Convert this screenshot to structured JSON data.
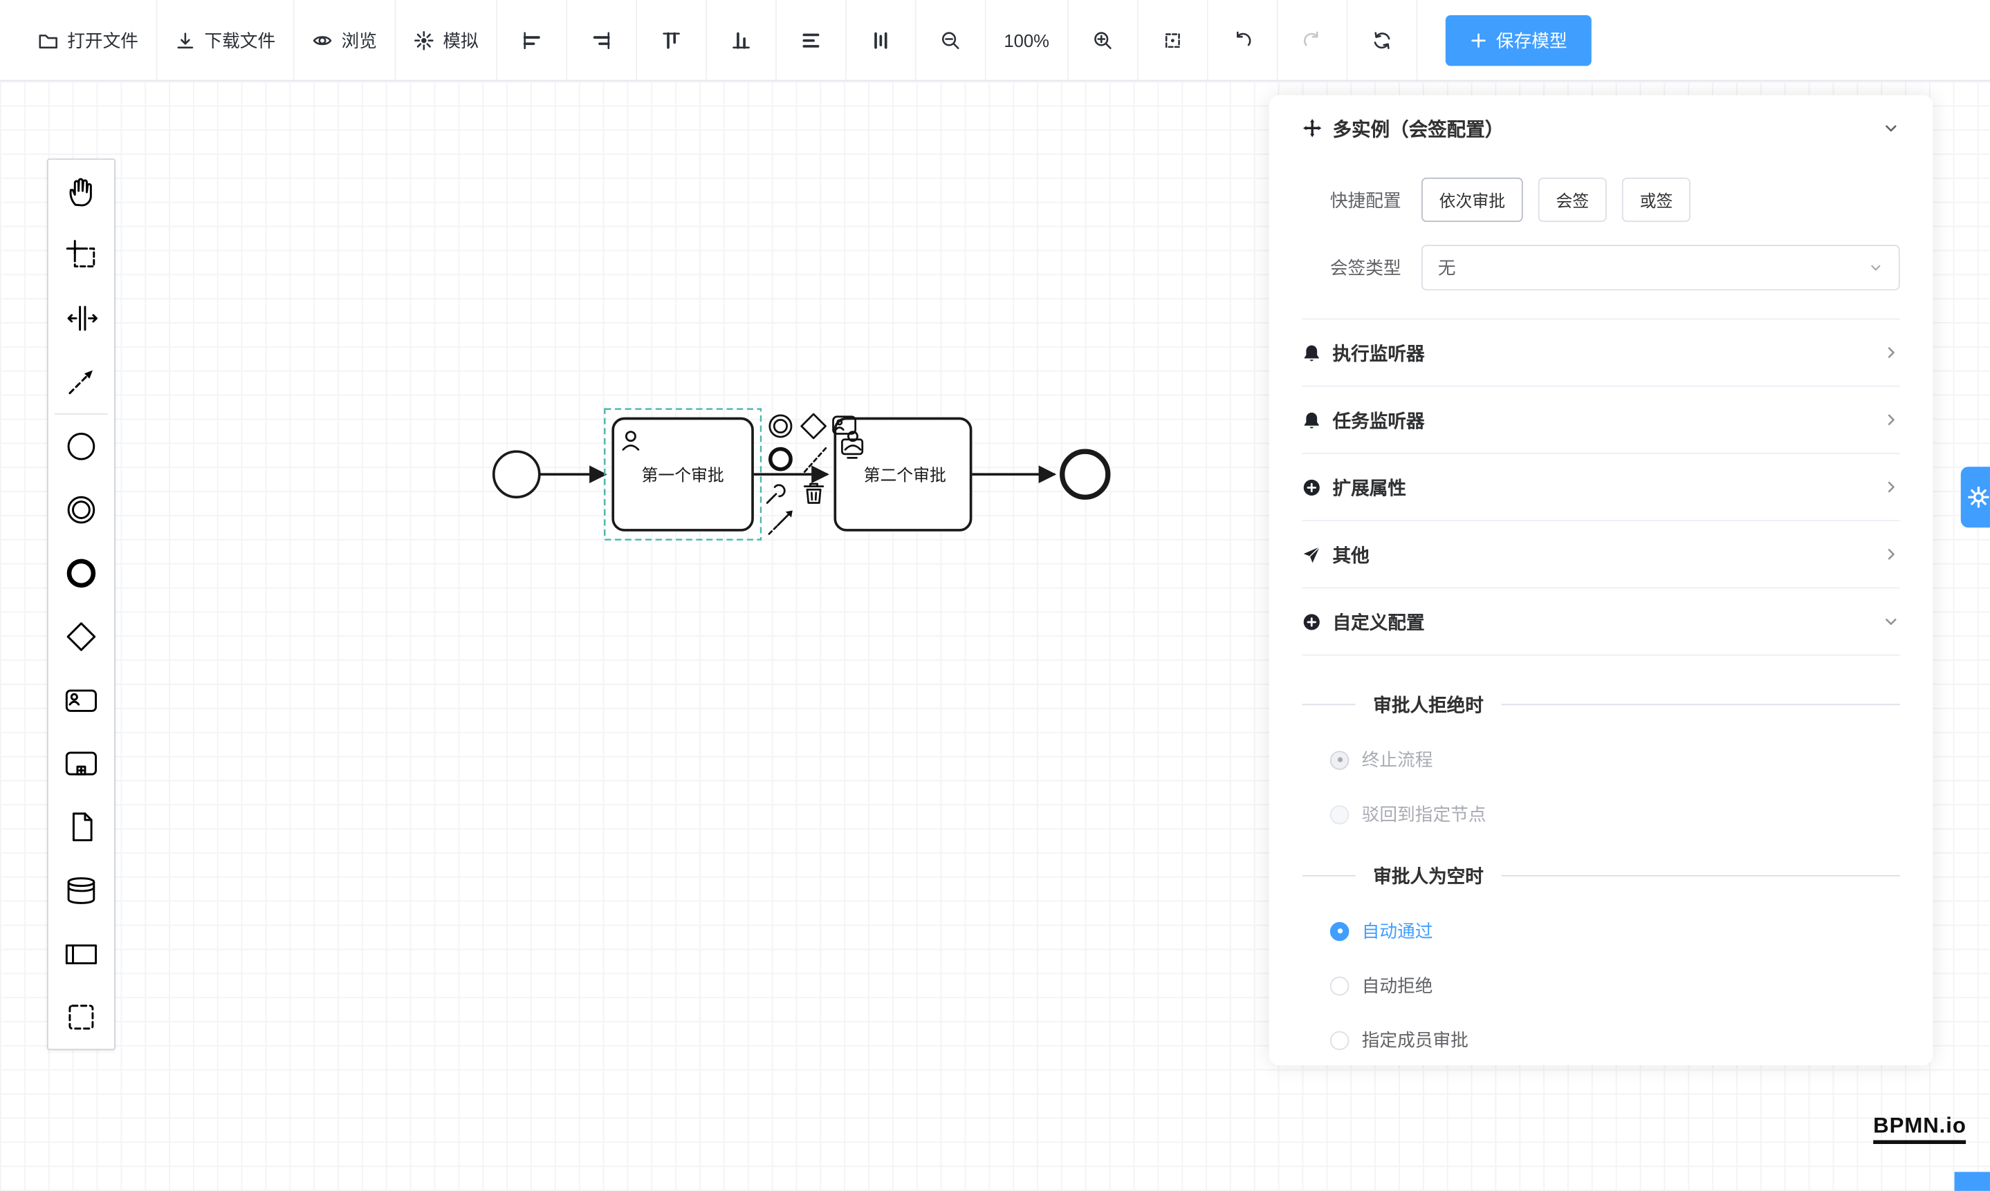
{
  "toolbar": {
    "open_file": "打开文件",
    "download_file": "下载文件",
    "preview": "浏览",
    "simulate": "模拟",
    "zoom_level": "100%",
    "save_model": "保存模型"
  },
  "canvas": {
    "task1_label": "第一个审批",
    "task2_label": "第二个审批"
  },
  "panel": {
    "title": "多实例（会签配置）",
    "quick_label": "快捷配置",
    "quick_options": [
      "依次审批",
      "会签",
      "或签"
    ],
    "sign_type_label": "会签类型",
    "sign_type_value": "无",
    "collapse": [
      {
        "label": "执行监听器"
      },
      {
        "label": "任务监听器"
      },
      {
        "label": "扩展属性"
      },
      {
        "label": "其他"
      },
      {
        "label": "自定义配置"
      }
    ],
    "reject": {
      "title": "审批人拒绝时",
      "options": [
        {
          "label": "终止流程",
          "checked": true,
          "disabled": true
        },
        {
          "label": "驳回到指定节点",
          "checked": false,
          "disabled": true
        }
      ]
    },
    "empty": {
      "title": "审批人为空时",
      "options": [
        {
          "label": "自动通过",
          "checked": true,
          "disabled": false
        },
        {
          "label": "自动拒绝",
          "checked": false,
          "disabled": false
        },
        {
          "label": "指定成员审批",
          "checked": false,
          "disabled": false
        }
      ]
    }
  },
  "watermark": "BPMN.io",
  "colors": {
    "accent": "#409eff",
    "selection_outline": "#4db6ac",
    "shape_stroke": "#1a1a1a"
  }
}
